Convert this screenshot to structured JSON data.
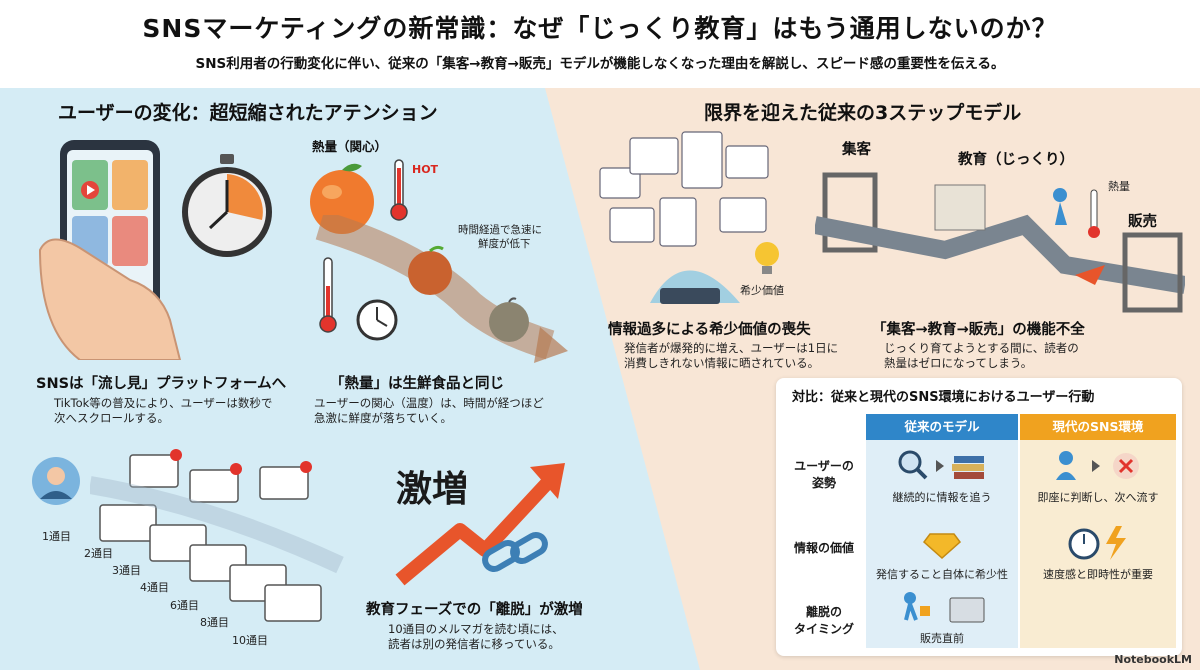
{
  "header": {
    "title": "SNSマーケティングの新常識：なぜ「じっくり教育」はもう通用しないのか？",
    "subtitle": "SNS利用者の行動変化に伴い、従来の「集客→教育→販売」モデルが機能しなくなった理由を解説し、スピード感の重要性を伝える。"
  },
  "left": {
    "heading": "ユーザーの変化：超短縮されたアテンション",
    "heat_label": "熱量（関心）",
    "hot_label": "HOT",
    "decay_note_1": "時間経過で急速に",
    "decay_note_2": "鮮度が低下",
    "sns_title": "SNSは「流し見」プラットフォームへ",
    "sns_desc_1": "TikTok等の普及により、ユーザーは数秒で",
    "sns_desc_2": "次へスクロールする。",
    "heat_title": "「熱量」は生鮮食品と同じ",
    "heat_desc_1": "ユーザーの関心（温度）は、時間が経つほど",
    "heat_desc_2": "急激に鮮度が落ちていく。",
    "surge_label": "激増",
    "emails": [
      "1通目",
      "2通目",
      "3通目",
      "4通目",
      "6通目",
      "8通目",
      "10通目"
    ],
    "churn_title": "教育フェーズでの「離脱」が激増",
    "churn_desc_1": "10通目のメルマガを読む頃には、",
    "churn_desc_2": "読者は別の発信者に移っている。"
  },
  "right": {
    "heading": "限界を迎えた従来の3ステップモデル",
    "stage_1": "集客",
    "stage_2": "教育（じっくり）",
    "stage_3": "販売",
    "heat_small": "熱量",
    "scarcity_label": "希少価値",
    "info_title": "情報過多による希少価値の喪失",
    "info_desc_1": "発信者が爆発的に増え、ユーザーは1日に",
    "info_desc_2": "消費しきれない情報に晒されている。",
    "model_title": "「集客→教育→販売」の機能不全",
    "model_desc_1": "じっくり育てようとする間に、読者の",
    "model_desc_2": "熱量はゼロになってしまう。"
  },
  "table": {
    "title": "対比：従来と現代のSNS環境におけるユーザー行動",
    "col_old": "従来のモデル",
    "col_new": "現代のSNS環境",
    "rows": [
      {
        "label_1": "ユーザーの",
        "label_2": "姿勢",
        "old": "継続的に情報を追う",
        "new": "即座に判断し、次へ流す"
      },
      {
        "label_1": "情報の価値",
        "label_2": "",
        "old": "発信すること自体に希少性",
        "new": "速度感と即時性が重要"
      },
      {
        "label_1": "離脱の",
        "label_2": "タイミング",
        "old": "販売直前",
        "new": ""
      }
    ],
    "old_color": "#dfeef7",
    "new_color": "#f9ecd2",
    "old_head_color": "#2f86c9",
    "new_head_color": "#f0a21f"
  },
  "brand": "NotebookLM"
}
